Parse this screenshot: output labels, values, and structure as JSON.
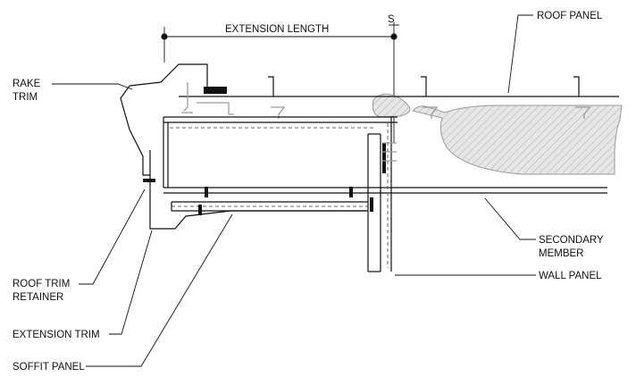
{
  "labels": {
    "extension_length": "EXTENSION LENGTH",
    "eave_mark": "S",
    "roof_panel": "ROOF PANEL",
    "rake_trim_1": "RAKE",
    "rake_trim_2": "TRIM",
    "secondary_member_1": "SECONDARY",
    "secondary_member_2": "MEMBER",
    "wall_panel": "WALL PANEL",
    "roof_trim_retainer_1": "ROOF TRIM",
    "roof_trim_retainer_2": "RETAINER",
    "extension_trim": "EXTENSION TRIM",
    "soffit_panel": "SOFFIT PANEL"
  }
}
